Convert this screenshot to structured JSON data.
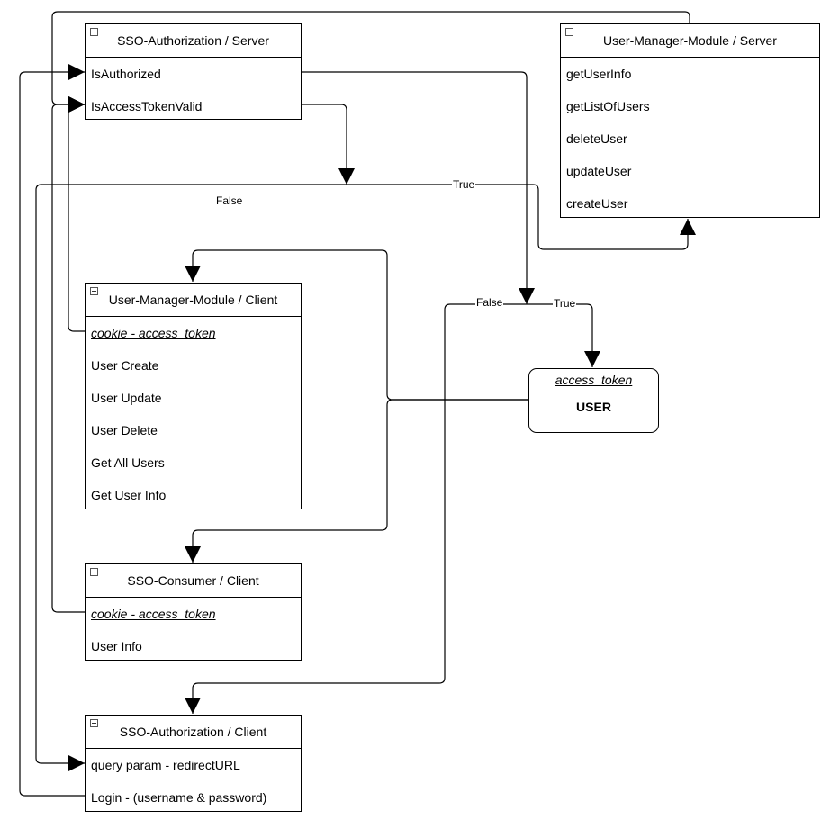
{
  "sso_authorization_server": {
    "title": "SSO-Authorization / Server",
    "items": [
      "IsAuthorized",
      "IsAccessTokenValid"
    ]
  },
  "user_manager_module_server": {
    "title": "User-Manager-Module / Server",
    "items": [
      "getUserInfo",
      "getListOfUsers",
      "deleteUser",
      "updateUser",
      "createUser"
    ]
  },
  "user_manager_module_client": {
    "title": "User-Manager-Module / Client",
    "items": [
      "cookie - access_token",
      "User Create",
      "User Update",
      "User Delete",
      "Get All Users",
      "Get User Info"
    ]
  },
  "sso_consumer_client": {
    "title": "SSO-Consumer / Client",
    "items": [
      "cookie - access_token",
      "User Info"
    ]
  },
  "sso_authorization_client": {
    "title": "SSO-Authorization / Client",
    "items": [
      "query param - redirectURL",
      "Login - (username & password)"
    ]
  },
  "user_node": {
    "token": "access_token",
    "name": "USER"
  },
  "edge_labels": {
    "false_1": "False",
    "true_1": "True",
    "false_2": "False",
    "true_2": "True"
  }
}
